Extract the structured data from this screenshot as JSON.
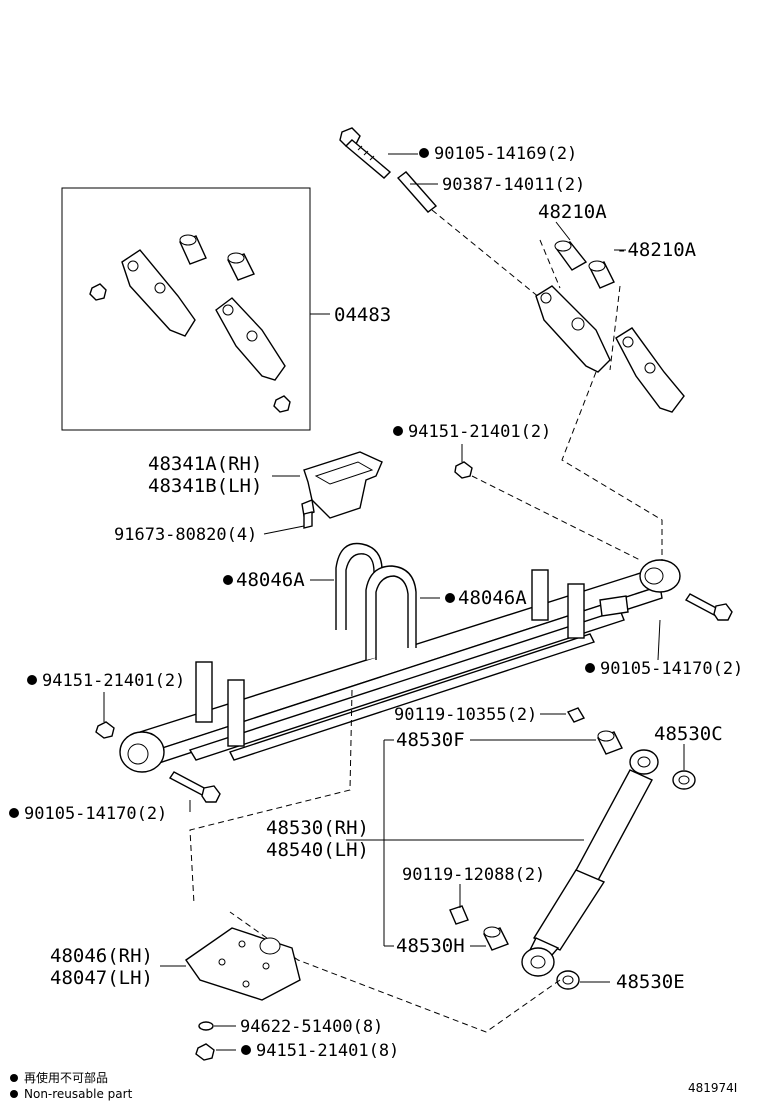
{
  "labels": {
    "p90105_14169": "90105-14169(2)",
    "p90387_14011": "90387-14011(2)",
    "p48210A_top": "48210A",
    "p48210A_side": "-48210A",
    "p04483": "04483",
    "p94151_21401_a": "94151-21401(2)",
    "p48341A": "48341A(RH)",
    "p48341B": "48341B(LH)",
    "p91673_80820": "91673-80820(4)",
    "p48046A_left": "48046A",
    "p48046A_right": "48046A",
    "p90105_14170_right": "90105-14170(2)",
    "p94151_21401_b": "94151-21401(2)",
    "p90119_10355": "90119-10355(2)",
    "p48530F": "48530F",
    "p48530C": "48530C",
    "p90105_14170_left": "90105-14170(2)",
    "p48530RH": "48530(RH)",
    "p48540LH": "48540(LH)",
    "p90119_12088": "90119-12088(2)",
    "p48046RH": "48046(RH)",
    "p48047LH": "48047(LH)",
    "p48530H": "48530H",
    "p48530E": "48530E",
    "p94622_51400": "94622-51400(8)",
    "p94151_21401_c": "94151-21401(8)"
  },
  "legend": {
    "jp": "再使用不可部品",
    "en": "Non-reusable part"
  },
  "diagram_id": "481974I",
  "colors": {
    "ink": "#000000",
    "paper": "#ffffff"
  }
}
